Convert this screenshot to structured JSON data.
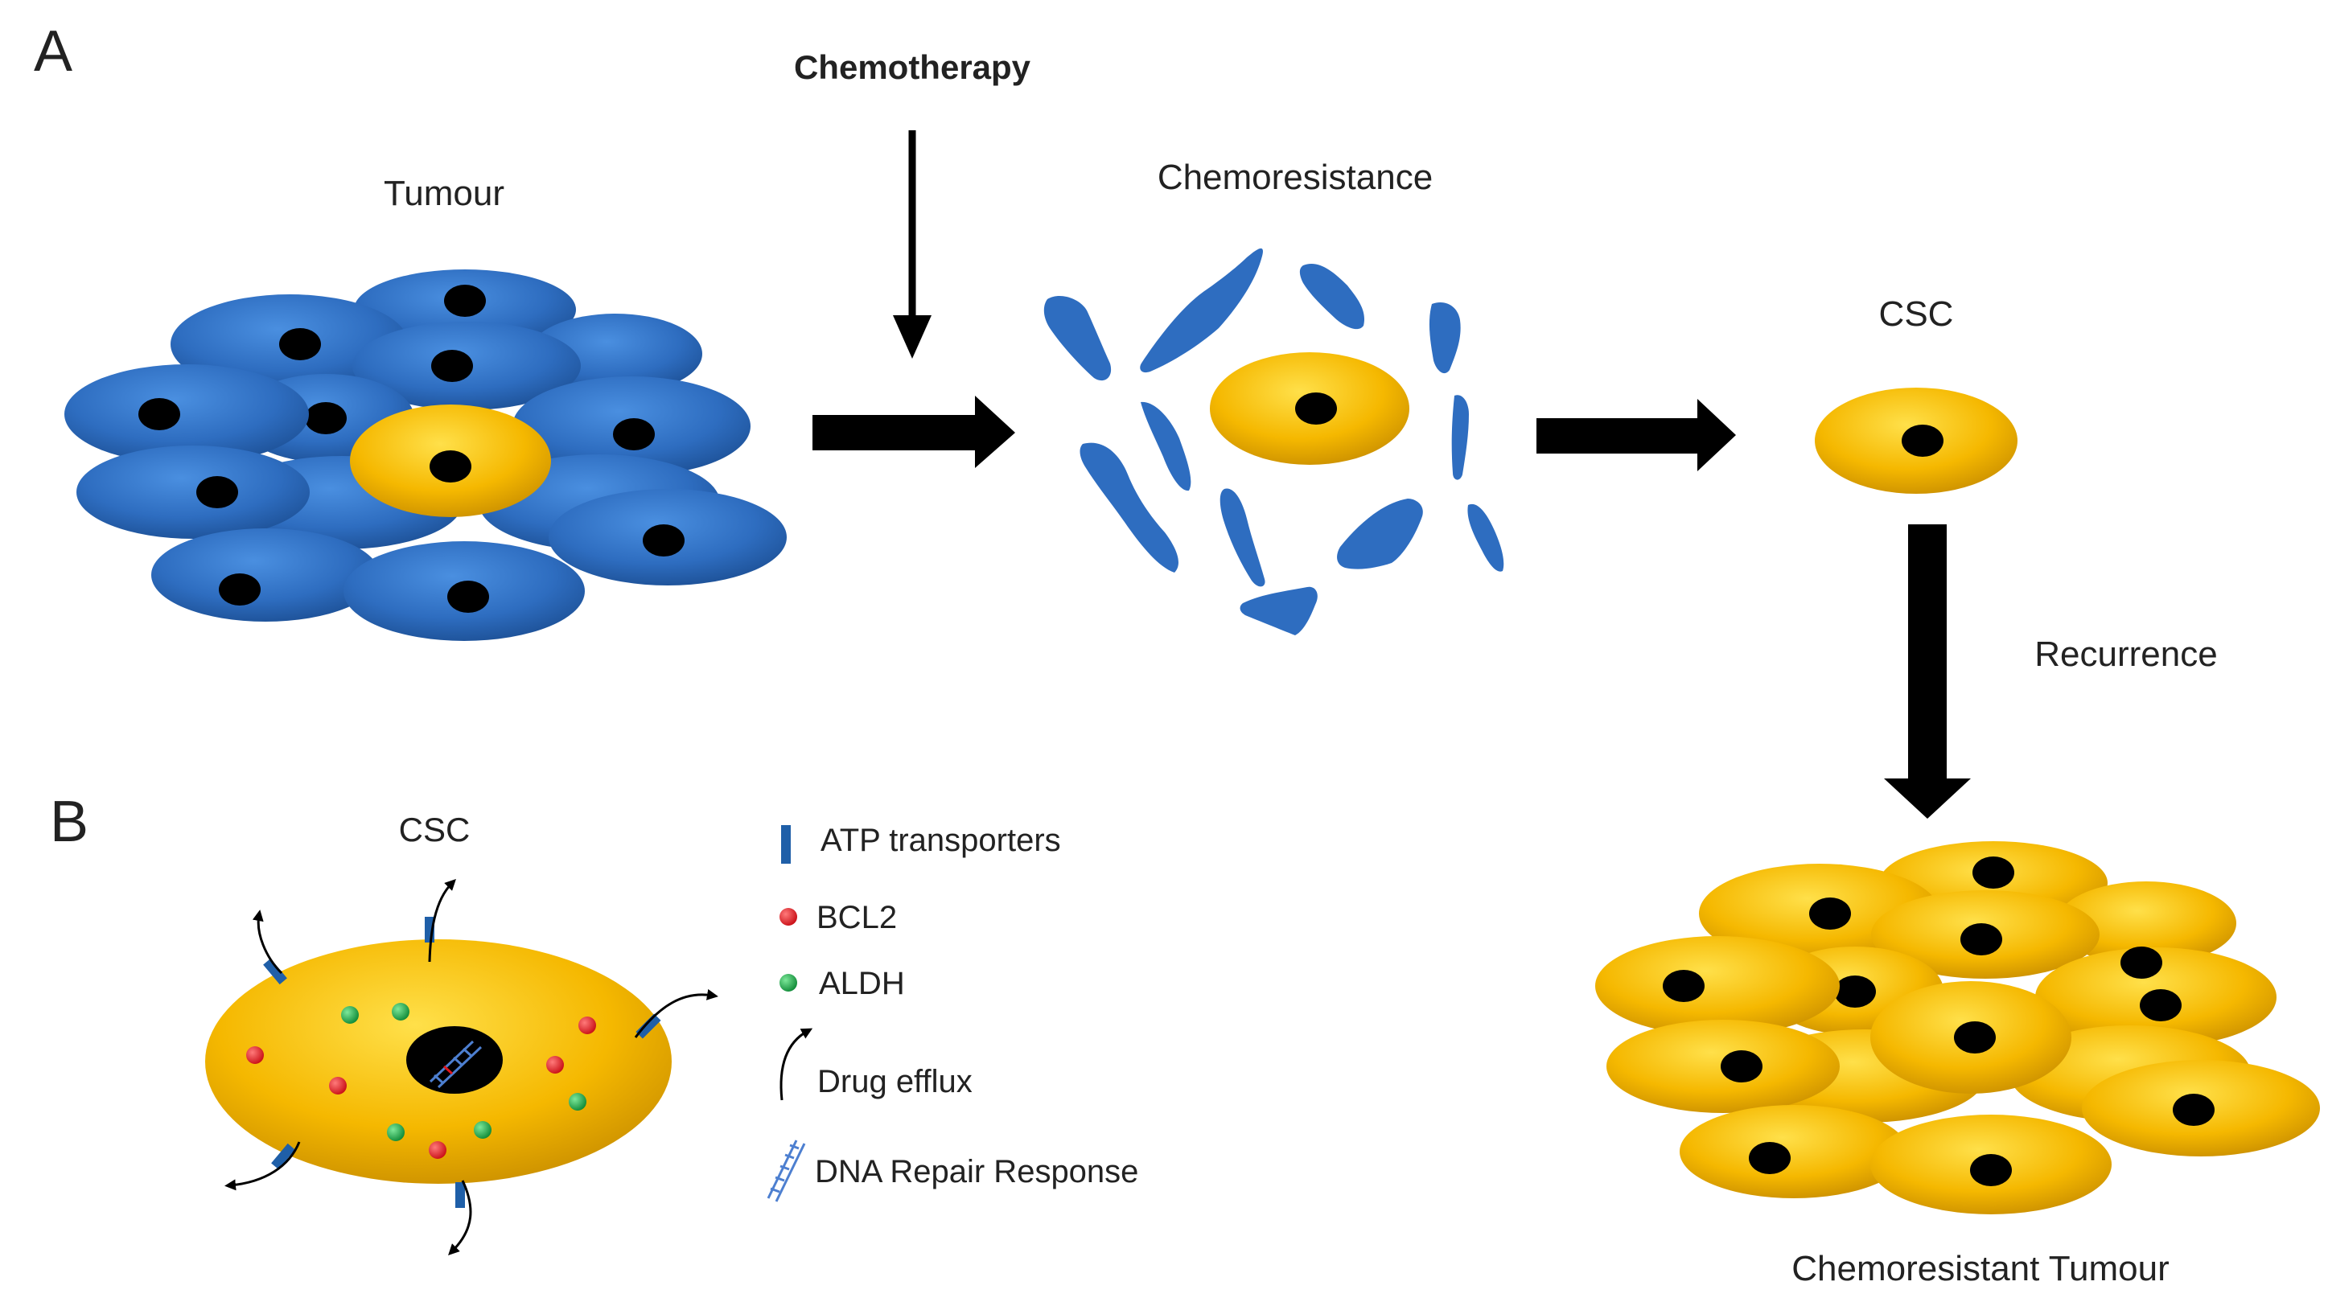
{
  "panels": {
    "a": {
      "letter": "A"
    },
    "b": {
      "letter": "B"
    }
  },
  "labels": {
    "chemotherapy": "Chemotherapy",
    "tumour": "Tumour",
    "chemoresistance": "Chemoresistance",
    "csc_top": "CSC",
    "recurrence": "Recurrence",
    "chemoresistant_tumour": "Chemoresistant Tumour",
    "csc_detail": "CSC"
  },
  "legend": {
    "atp_transporters": "ATP transporters",
    "bcl2": "BCL2",
    "aldh": "ALDH",
    "drug_efflux": "Drug efflux",
    "dna_repair": "DNA Repair Response"
  },
  "colors": {
    "tumour_cell": "#2E6DC0",
    "csc_cell": "#F5B800",
    "nucleus": "#000000",
    "bcl2": "#E8141C",
    "aldh": "#1DA64A",
    "transporter": "#1F5FA8",
    "arrow": "#000000"
  }
}
